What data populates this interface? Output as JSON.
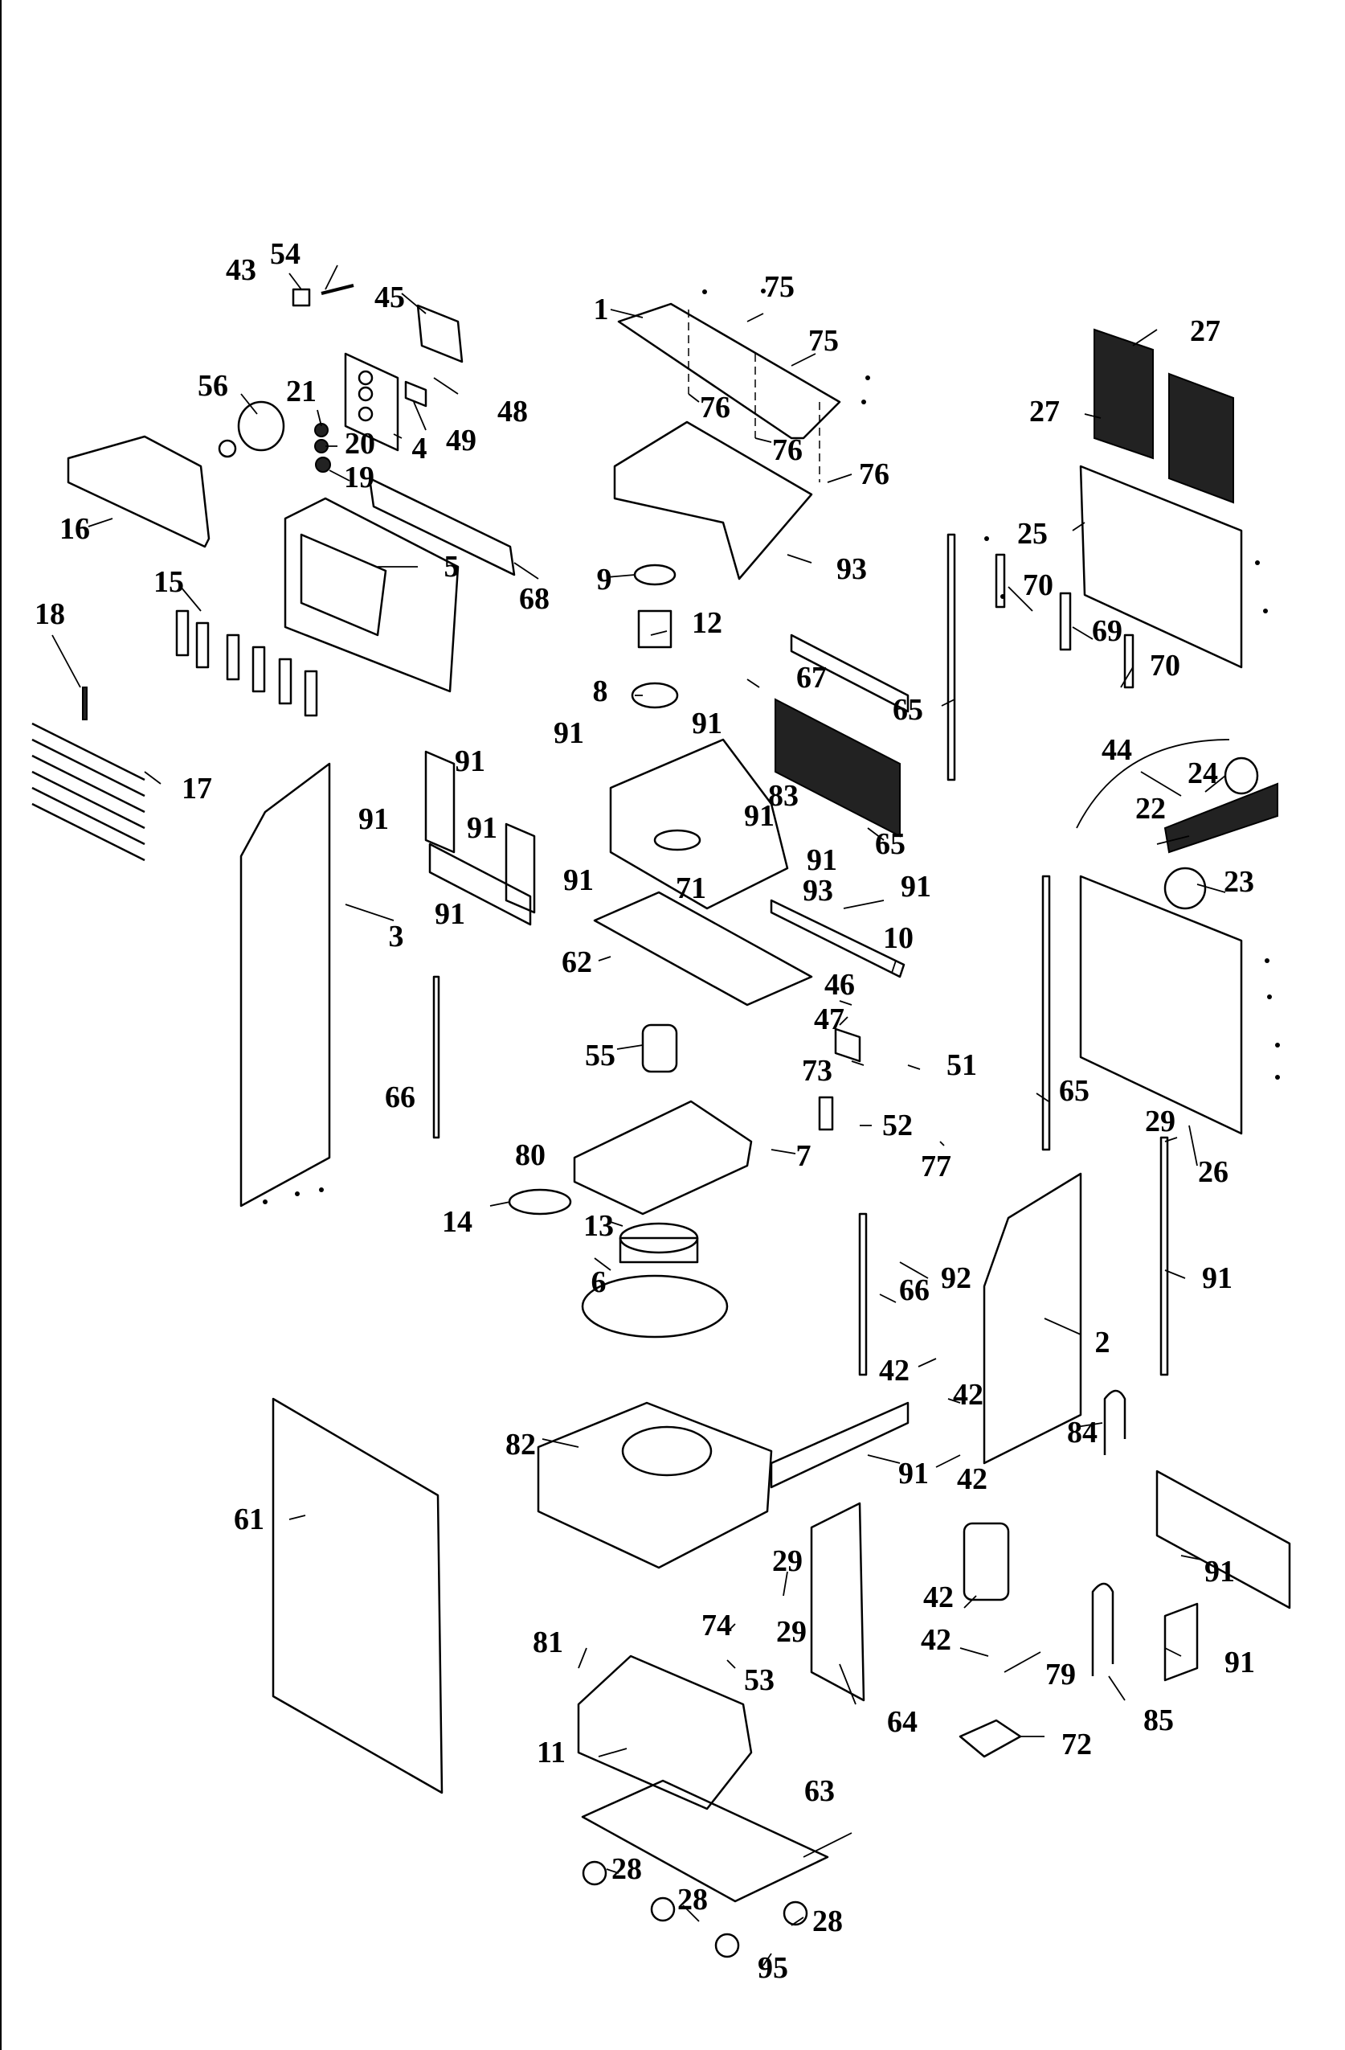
{
  "diagram": {
    "title": "Exploded parts view",
    "callouts": [
      {
        "id": "c54",
        "label": "54"
      },
      {
        "id": "c43",
        "label": "43"
      },
      {
        "id": "c45",
        "label": "45"
      },
      {
        "id": "c56",
        "label": "56"
      },
      {
        "id": "c21",
        "label": "21"
      },
      {
        "id": "c48",
        "label": "48"
      },
      {
        "id": "c20",
        "label": "20"
      },
      {
        "id": "c4",
        "label": "4"
      },
      {
        "id": "c49",
        "label": "49"
      },
      {
        "id": "c19",
        "label": "19"
      },
      {
        "id": "c16",
        "label": "16"
      },
      {
        "id": "c5",
        "label": "5"
      },
      {
        "id": "c68",
        "label": "68"
      },
      {
        "id": "c15",
        "label": "15"
      },
      {
        "id": "c18",
        "label": "18"
      },
      {
        "id": "c17",
        "label": "17"
      },
      {
        "id": "c3",
        "label": "3"
      },
      {
        "id": "c91a",
        "label": "91"
      },
      {
        "id": "c91b",
        "label": "91"
      },
      {
        "id": "c91c",
        "label": "91"
      },
      {
        "id": "c91d",
        "label": "91"
      },
      {
        "id": "c91e",
        "label": "91"
      },
      {
        "id": "c1",
        "label": "1"
      },
      {
        "id": "c75a",
        "label": "75"
      },
      {
        "id": "c75b",
        "label": "75"
      },
      {
        "id": "c76a",
        "label": "76"
      },
      {
        "id": "c76b",
        "label": "76"
      },
      {
        "id": "c76c",
        "label": "76"
      },
      {
        "id": "c93a",
        "label": "93"
      },
      {
        "id": "c9",
        "label": "9"
      },
      {
        "id": "c12",
        "label": "12"
      },
      {
        "id": "c67",
        "label": "67"
      },
      {
        "id": "c8",
        "label": "8"
      },
      {
        "id": "c91f",
        "label": "91"
      },
      {
        "id": "c91g",
        "label": "91"
      },
      {
        "id": "c83",
        "label": "83"
      },
      {
        "id": "c91h",
        "label": "91"
      },
      {
        "id": "c91i",
        "label": "91"
      },
      {
        "id": "c71",
        "label": "71"
      },
      {
        "id": "c93b",
        "label": "93"
      },
      {
        "id": "c65a",
        "label": "65"
      },
      {
        "id": "c65b",
        "label": "65"
      },
      {
        "id": "c91j",
        "label": "91"
      },
      {
        "id": "c10",
        "label": "10"
      },
      {
        "id": "c62",
        "label": "62"
      },
      {
        "id": "c46",
        "label": "46"
      },
      {
        "id": "c47",
        "label": "47"
      },
      {
        "id": "c27a",
        "label": "27"
      },
      {
        "id": "c27b",
        "label": "27"
      },
      {
        "id": "c25",
        "label": "25"
      },
      {
        "id": "c70a",
        "label": "70"
      },
      {
        "id": "c69",
        "label": "69"
      },
      {
        "id": "c70b",
        "label": "70"
      },
      {
        "id": "c44",
        "label": "44"
      },
      {
        "id": "c24",
        "label": "24"
      },
      {
        "id": "c22",
        "label": "22"
      },
      {
        "id": "c23",
        "label": "23"
      },
      {
        "id": "c65c",
        "label": "65"
      },
      {
        "id": "c26",
        "label": "26"
      },
      {
        "id": "c29a",
        "label": "29"
      },
      {
        "id": "c55",
        "label": "55"
      },
      {
        "id": "c73",
        "label": "73"
      },
      {
        "id": "c51",
        "label": "51"
      },
      {
        "id": "c52",
        "label": "52"
      },
      {
        "id": "c77",
        "label": "77"
      },
      {
        "id": "c7",
        "label": "7"
      },
      {
        "id": "c66a",
        "label": "66"
      },
      {
        "id": "c80",
        "label": "80"
      },
      {
        "id": "c14",
        "label": "14"
      },
      {
        "id": "c13",
        "label": "13"
      },
      {
        "id": "c6",
        "label": "6"
      },
      {
        "id": "c92",
        "label": "92"
      },
      {
        "id": "c66b",
        "label": "66"
      },
      {
        "id": "c2",
        "label": "2"
      },
      {
        "id": "c91k",
        "label": "91"
      },
      {
        "id": "c42a",
        "label": "42"
      },
      {
        "id": "c42b",
        "label": "42"
      },
      {
        "id": "c84",
        "label": "84"
      },
      {
        "id": "c42c",
        "label": "42"
      },
      {
        "id": "c91l",
        "label": "91"
      },
      {
        "id": "c82",
        "label": "82"
      },
      {
        "id": "c61",
        "label": "61"
      },
      {
        "id": "c91m",
        "label": "91"
      },
      {
        "id": "c29b",
        "label": "29"
      },
      {
        "id": "c74",
        "label": "74"
      },
      {
        "id": "c29c",
        "label": "29"
      },
      {
        "id": "c42d",
        "label": "42"
      },
      {
        "id": "c42e",
        "label": "42"
      },
      {
        "id": "c79",
        "label": "79"
      },
      {
        "id": "c91n",
        "label": "91"
      },
      {
        "id": "c81",
        "label": "81"
      },
      {
        "id": "c53",
        "label": "53"
      },
      {
        "id": "c11",
        "label": "11"
      },
      {
        "id": "c64",
        "label": "64"
      },
      {
        "id": "c85",
        "label": "85"
      },
      {
        "id": "c72",
        "label": "72"
      },
      {
        "id": "c63",
        "label": "63"
      },
      {
        "id": "c28a",
        "label": "28"
      },
      {
        "id": "c28b",
        "label": "28"
      },
      {
        "id": "c28c",
        "label": "28"
      },
      {
        "id": "c95",
        "label": "95"
      }
    ]
  }
}
